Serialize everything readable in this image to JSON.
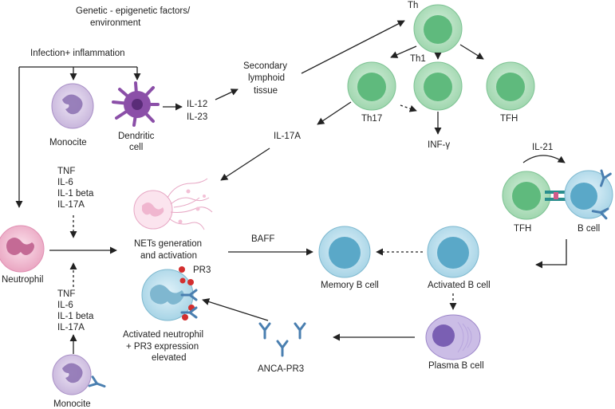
{
  "labels": {
    "genetic_line1": "Genetic - epigenetic factors/",
    "genetic_line2": "environment",
    "infection": "Infection+ inflammation",
    "monocite_top": "Monocite",
    "dendritic_line1": "Dendritic",
    "dendritic_line2": "cell",
    "il12": "IL-12",
    "il23": "IL-23",
    "secondary_line1": "Secondary",
    "secondary_line2": "lymphoid",
    "secondary_line3": "tissue",
    "th": "Th",
    "th1": "Th1",
    "th17": "Th17",
    "tfh_top": "TFH",
    "inf_gamma": "INF-γ",
    "il17a": "IL-17A",
    "il21": "IL-21",
    "tfh_right": "TFH",
    "b_cell": "B cell",
    "cytokines_top": [
      "TNF",
      "IL-6",
      "IL-1 beta",
      "IL-17A"
    ],
    "cytokines_bottom": [
      "TNF",
      "IL-6",
      "IL-1 beta",
      "IL-17A"
    ],
    "neutrophil": "Neutrophil",
    "nets_line1": "NETs generation",
    "nets_line2": "and activation",
    "baff": "BAFF",
    "memory_b": "Memory B cell",
    "activated_b": "Activated B cell",
    "pr3": "PR3",
    "activated_neutrophil_line1": "Activated neutrophil",
    "activated_neutrophil_line2": "+ PR3 expression",
    "activated_neutrophil_line3": "elevated",
    "anca": "ANCA-PR3",
    "plasma_b": "Plasma B cell",
    "monocite_bottom": "Monocite"
  },
  "colors": {
    "t_cell_outer": "#b9e3c4",
    "t_cell_inner": "#5fba7d",
    "b_cell_outer": "#c9e6f2",
    "b_cell_inner": "#5aa8c8",
    "monocyte": "#d9cde6",
    "monocyte_nucleus": "#8a6fb0",
    "dendritic": "#8b4fa8",
    "neutrophil": "#f2b7cf",
    "neutrophil_nucleus": "#c46a95",
    "pr3": "#d32f2f",
    "antibody": "#4a7fb0",
    "plasma": "#9c86c9"
  }
}
